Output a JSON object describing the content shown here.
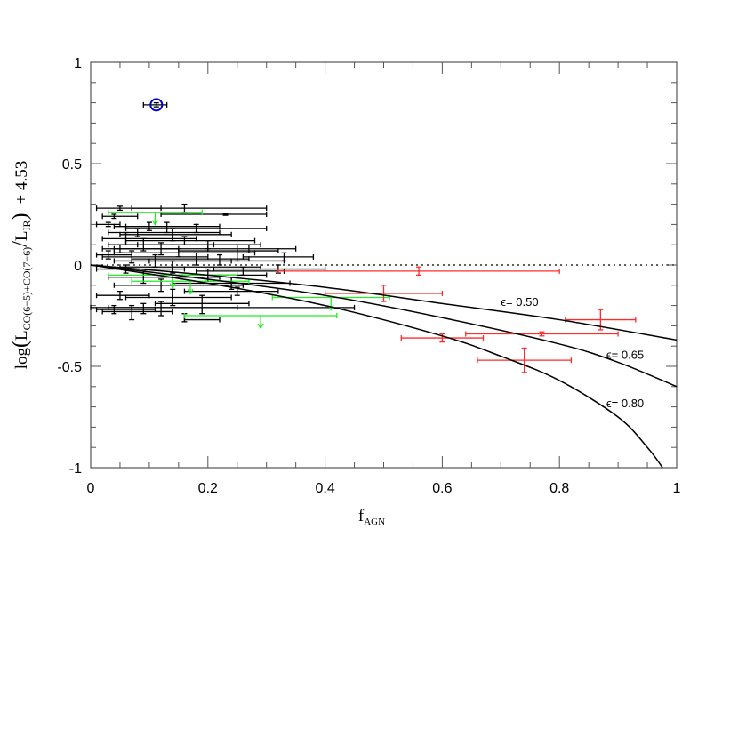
{
  "chart_data": {
    "type": "scatter",
    "title": "",
    "xlabel": "f_AGN",
    "xlabel_main": "f",
    "xlabel_sub": "AGN",
    "ylabel": "log(L_CO(6-5)+CO(7-6)/L_IR) + 4.53",
    "ylabel_parts": {
      "prefix": "log",
      "L1": "L",
      "sub1": "CO(6−5)+CO(7−6)",
      "L2": "L",
      "sub2": "IR",
      "suffix": "+ 4.53"
    },
    "xlim": [
      0,
      1
    ],
    "ylim": [
      -1,
      1
    ],
    "xticks": [
      0,
      0.2,
      0.4,
      0.6,
      0.8,
      1
    ],
    "xtick_labels": [
      "0",
      "0.2",
      "0.4",
      "0.6",
      "0.8",
      "1"
    ],
    "yticks": [
      1,
      0.5,
      0,
      -0.5,
      -1
    ],
    "ytick_labels": [
      "1",
      "0.5",
      "0",
      "-0.5",
      "-1"
    ],
    "x_minor_step": 0.05,
    "y_minor_step": 0.1,
    "grid": false,
    "reference_line": {
      "y": 0,
      "style": "dotted",
      "color": "#000000"
    },
    "colors": {
      "black": "#000000",
      "red": "#ff2a2a",
      "green": "#22ee22",
      "blue": "#0000cc",
      "frame": "#555555"
    },
    "curves": [
      {
        "label": "ϵ= 0.50",
        "epsilon": 0.5,
        "x": [
          0,
          0.2,
          0.4,
          0.6,
          0.8,
          1.0
        ],
        "y": [
          0,
          -0.05,
          -0.11,
          -0.19,
          -0.27,
          -0.37
        ],
        "label_pos": [
          0.7,
          -0.18
        ]
      },
      {
        "label": "ϵ= 0.65",
        "epsilon": 0.65,
        "x": [
          0,
          0.2,
          0.4,
          0.6,
          0.8,
          0.9,
          1.0
        ],
        "y": [
          0,
          -0.07,
          -0.15,
          -0.26,
          -0.39,
          -0.48,
          -0.6
        ],
        "label_pos": [
          0.88,
          -0.44
        ]
      },
      {
        "label": "ϵ= 0.80",
        "epsilon": 0.8,
        "x": [
          0,
          0.2,
          0.4,
          0.6,
          0.7,
          0.8,
          0.9,
          0.95,
          0.976
        ],
        "y": [
          0,
          -0.09,
          -0.2,
          -0.35,
          -0.45,
          -0.57,
          -0.75,
          -0.9,
          -1.0
        ],
        "label_pos": [
          0.88,
          -0.68
        ]
      }
    ],
    "series": [
      {
        "name": "red",
        "color": "#ff2a2a",
        "marker": "errorbar",
        "points": [
          {
            "x": 0.56,
            "y": -0.03,
            "xerr": [
              0.32,
              0.8
            ],
            "yerr": [
              -0.01,
              -0.05
            ]
          },
          {
            "x": 0.5,
            "y": -0.14,
            "xerr": [
              0.4,
              0.6
            ],
            "yerr": [
              -0.1,
              -0.18
            ]
          },
          {
            "x": 0.87,
            "y": -0.27,
            "xerr": [
              0.81,
              0.93
            ],
            "yerr": [
              -0.22,
              -0.32
            ]
          },
          {
            "x": 0.77,
            "y": -0.34,
            "xerr": [
              0.64,
              0.9
            ],
            "yerr": [
              -0.33,
              -0.35
            ]
          },
          {
            "x": 0.6,
            "y": -0.36,
            "xerr": [
              0.53,
              0.67
            ],
            "yerr": [
              -0.34,
              -0.38
            ]
          },
          {
            "x": 0.74,
            "y": -0.47,
            "xerr": [
              0.66,
              0.82
            ],
            "yerr": [
              -0.41,
              -0.53
            ]
          }
        ]
      },
      {
        "name": "green (upper limits)",
        "color": "#22ee22",
        "marker": "upper-limit",
        "points": [
          {
            "x": 0.11,
            "y": 0.26,
            "xerr": [
              0.03,
              0.19
            ]
          },
          {
            "x": 0.14,
            "y": -0.05,
            "xerr": [
              0.03,
              0.25
            ]
          },
          {
            "x": 0.17,
            "y": -0.08,
            "xerr": [
              0.07,
              0.27
            ]
          },
          {
            "x": 0.41,
            "y": -0.16,
            "xerr": [
              0.31,
              0.51
            ]
          },
          {
            "x": 0.29,
            "y": -0.25,
            "xerr": [
              0.16,
              0.42
            ]
          }
        ]
      },
      {
        "name": "blue",
        "color": "#0000cc",
        "marker": "circle",
        "points": [
          {
            "x": 0.112,
            "y": 0.79,
            "xerr": [
              0.09,
              0.13
            ],
            "yerr": [
              0.78,
              0.8
            ]
          }
        ]
      },
      {
        "name": "black",
        "color": "#000000",
        "marker": "errorbar",
        "points": [
          {
            "x": 0.05,
            "y": 0.28,
            "xerr": [
              0.01,
              0.12
            ],
            "yerr": [
              0.27,
              0.29
            ]
          },
          {
            "x": 0.16,
            "y": 0.28,
            "xerr": [
              0.07,
              0.3
            ],
            "yerr": [
              0.26,
              0.3
            ]
          },
          {
            "x": 0.23,
            "y": 0.25,
            "xerr": [
              0.12,
              0.3
            ],
            "yerr": [
              0.245,
              0.255
            ]
          },
          {
            "x": 0.04,
            "y": 0.24,
            "xerr": [
              0.02,
              0.08
            ],
            "yerr": [
              0.23,
              0.25
            ]
          },
          {
            "x": 0.03,
            "y": 0.2,
            "xerr": [
              0.01,
              0.05
            ],
            "yerr": [
              0.19,
              0.21
            ]
          },
          {
            "x": 0.1,
            "y": 0.19,
            "xerr": [
              0.04,
              0.18
            ],
            "yerr": [
              0.17,
              0.21
            ]
          },
          {
            "x": 0.13,
            "y": 0.19,
            "xerr": [
              0.06,
              0.22
            ],
            "yerr": [
              0.16,
              0.21
            ]
          },
          {
            "x": 0.18,
            "y": 0.18,
            "xerr": [
              0.06,
              0.3
            ],
            "yerr": [
              0.16,
              0.2
            ]
          },
          {
            "x": 0.08,
            "y": 0.16,
            "xerr": [
              0.03,
              0.22
            ],
            "yerr": [
              0.14,
              0.18
            ]
          },
          {
            "x": 0.14,
            "y": 0.15,
            "xerr": [
              0.05,
              0.24
            ],
            "yerr": [
              0.12,
              0.18
            ]
          },
          {
            "x": 0.06,
            "y": 0.13,
            "xerr": [
              0.02,
              0.18
            ],
            "yerr": [
              0.1,
              0.16
            ]
          },
          {
            "x": 0.16,
            "y": 0.12,
            "xerr": [
              0.06,
              0.28
            ],
            "yerr": [
              0.1,
              0.14
            ]
          },
          {
            "x": 0.2,
            "y": 0.1,
            "xerr": [
              0.08,
              0.29
            ],
            "yerr": [
              0.08,
              0.12
            ]
          },
          {
            "x": 0.09,
            "y": 0.1,
            "xerr": [
              0.03,
              0.21
            ],
            "yerr": [
              0.07,
              0.13
            ]
          },
          {
            "x": 0.12,
            "y": 0.08,
            "xerr": [
              0.04,
              0.2
            ],
            "yerr": [
              0.05,
              0.11
            ]
          },
          {
            "x": 0.05,
            "y": 0.08,
            "xerr": [
              0.02,
              0.15
            ],
            "yerr": [
              0.06,
              0.1
            ]
          },
          {
            "x": 0.27,
            "y": 0.08,
            "xerr": [
              0.2,
              0.35
            ],
            "yerr": [
              0.06,
              0.1
            ]
          },
          {
            "x": 0.25,
            "y": 0.07,
            "xerr": [
              0.15,
              0.32
            ],
            "yerr": [
              0.02,
              0.1
            ]
          },
          {
            "x": 0.15,
            "y": 0.06,
            "xerr": [
              0.04,
              0.28
            ],
            "yerr": [
              0.04,
              0.08
            ]
          },
          {
            "x": 0.33,
            "y": 0.04,
            "xerr": [
              0.26,
              0.38
            ],
            "yerr": [
              0.02,
              0.06
            ]
          },
          {
            "x": 0.03,
            "y": 0.05,
            "xerr": [
              0.01,
              0.07
            ],
            "yerr": [
              0.03,
              0.07
            ]
          },
          {
            "x": 0.07,
            "y": 0.04,
            "xerr": [
              0.02,
              0.2
            ],
            "yerr": [
              0.01,
              0.07
            ]
          },
          {
            "x": 0.18,
            "y": 0.03,
            "xerr": [
              0.07,
              0.27
            ],
            "yerr": [
              0.0,
              0.06
            ]
          },
          {
            "x": 0.22,
            "y": 0.02,
            "xerr": [
              0.1,
              0.33
            ],
            "yerr": [
              0.0,
              0.05
            ]
          },
          {
            "x": 0.11,
            "y": 0.02,
            "xerr": [
              0.04,
              0.24
            ],
            "yerr": [
              -0.01,
              0.05
            ]
          },
          {
            "x": 0.32,
            "y": -0.02,
            "xerr": [
              0.21,
              0.4
            ],
            "yerr": [
              -0.04,
              0.0
            ]
          },
          {
            "x": 0.14,
            "y": -0.01,
            "xerr": [
              0.05,
              0.29
            ],
            "yerr": [
              -0.04,
              0.02
            ]
          },
          {
            "x": 0.26,
            "y": -0.03,
            "xerr": [
              0.18,
              0.33
            ],
            "yerr": [
              -0.05,
              -0.01
            ]
          },
          {
            "x": 0.06,
            "y": -0.02,
            "xerr": [
              0.01,
              0.16
            ],
            "yerr": [
              -0.04,
              0.0
            ]
          },
          {
            "x": 0.2,
            "y": -0.05,
            "xerr": [
              0.09,
              0.3
            ],
            "yerr": [
              -0.08,
              -0.02
            ]
          },
          {
            "x": 0.09,
            "y": -0.06,
            "xerr": [
              0.03,
              0.22
            ],
            "yerr": [
              -0.09,
              -0.03
            ]
          },
          {
            "x": 0.24,
            "y": -0.09,
            "xerr": [
              0.14,
              0.34
            ],
            "yerr": [
              -0.12,
              -0.06
            ]
          },
          {
            "x": 0.12,
            "y": -0.1,
            "xerr": [
              0.04,
              0.26
            ],
            "yerr": [
              -0.13,
              -0.07
            ]
          },
          {
            "x": 0.05,
            "y": -0.15,
            "xerr": [
              0.01,
              0.1
            ],
            "yerr": [
              -0.17,
              -0.13
            ]
          },
          {
            "x": 0.14,
            "y": -0.16,
            "xerr": [
              0.06,
              0.24
            ],
            "yerr": [
              -0.12,
              -0.2
            ]
          },
          {
            "x": 0.19,
            "y": -0.19,
            "xerr": [
              0.11,
              0.27
            ],
            "yerr": [
              -0.15,
              -0.24
            ]
          },
          {
            "x": 0.25,
            "y": -0.13,
            "xerr": [
              0.16,
              0.32
            ],
            "yerr": [
              -0.11,
              -0.15
            ]
          },
          {
            "x": 0.09,
            "y": -0.21,
            "xerr": [
              0.0,
              0.45
            ],
            "yerr": [
              -0.19,
              -0.24
            ]
          },
          {
            "x": 0.12,
            "y": -0.21,
            "xerr": [
              0.03,
              0.25
            ],
            "yerr": [
              -0.18,
              -0.25
            ]
          },
          {
            "x": 0.07,
            "y": -0.23,
            "xerr": [
              0.02,
              0.14
            ],
            "yerr": [
              -0.2,
              -0.27
            ]
          },
          {
            "x": 0.16,
            "y": -0.27,
            "xerr": [
              0.16,
              0.22
            ],
            "yerr": [
              -0.24,
              -0.28
            ]
          },
          {
            "x": 0.04,
            "y": -0.22,
            "xerr": [
              0.01,
              0.11
            ],
            "yerr": [
              -0.2,
              -0.24
            ]
          }
        ]
      }
    ]
  }
}
